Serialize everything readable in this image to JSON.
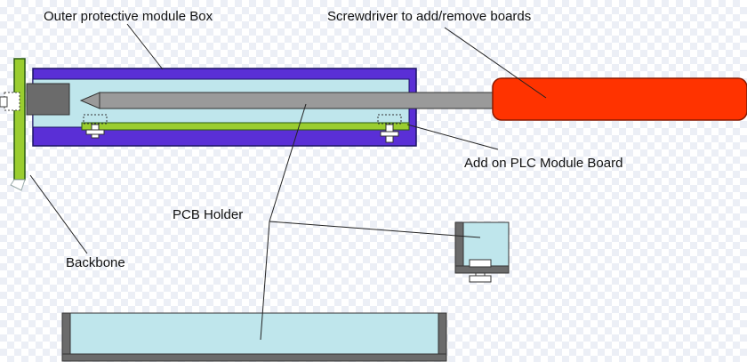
{
  "labels": {
    "outer_box": "Outer protective module Box",
    "screwdriver": "Screwdriver to add/remove boards",
    "module_board": "Add on PLC Module Board",
    "pcb_holder": "PCB Holder",
    "backbone": "Backbone"
  },
  "colors": {
    "outer_box_fill": "#5a2fd6",
    "outer_box_stroke": "#1b1464",
    "inner_fill": "#bfe6ec",
    "board_green": "#9acd2f",
    "handle_red": "#ff3300",
    "handle_stroke": "#8b1a00",
    "shaft_gray": "#9a9a9a",
    "dark_gray": "#6b6b6b",
    "line": "#222222"
  }
}
